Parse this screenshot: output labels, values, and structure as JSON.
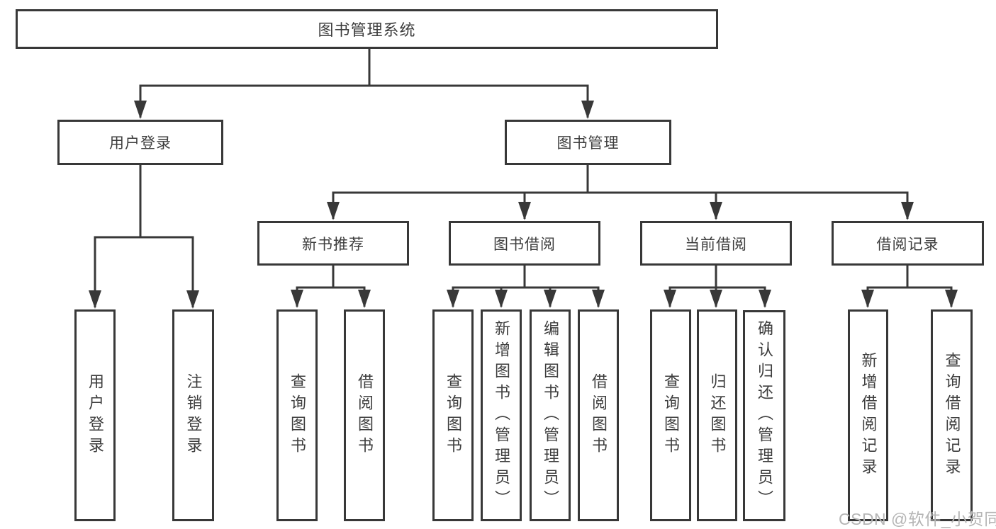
{
  "diagram": {
    "root": "图书管理系统",
    "user": {
      "label": "用户登录",
      "children": {
        "login": "用户登录",
        "logout": "注销登录"
      }
    },
    "books": {
      "label": "图书管理",
      "sections": {
        "recommend": {
          "label": "新书推荐",
          "children": {
            "query": "查询图书",
            "borrow": "借阅图书"
          }
        },
        "borrowing": {
          "label": "图书借阅",
          "children": {
            "query": "查询图书",
            "add": "新增图书（管理员）",
            "edit": "编辑图书（管理员）",
            "borrow": "借阅图书"
          }
        },
        "current": {
          "label": "当前借阅",
          "children": {
            "query": "查询图书",
            "return": "归还图书",
            "confirm": "确认归还（管理员）"
          }
        },
        "records": {
          "label": "借阅记录",
          "children": {
            "add": "新增借阅记录",
            "query": "查询借阅记录"
          }
        }
      }
    }
  },
  "watermark": "CSDN @软件_小贺同学",
  "colors": {
    "line": "#383838",
    "text": "#3d3d3d",
    "watermark": "#b5b5b5"
  }
}
